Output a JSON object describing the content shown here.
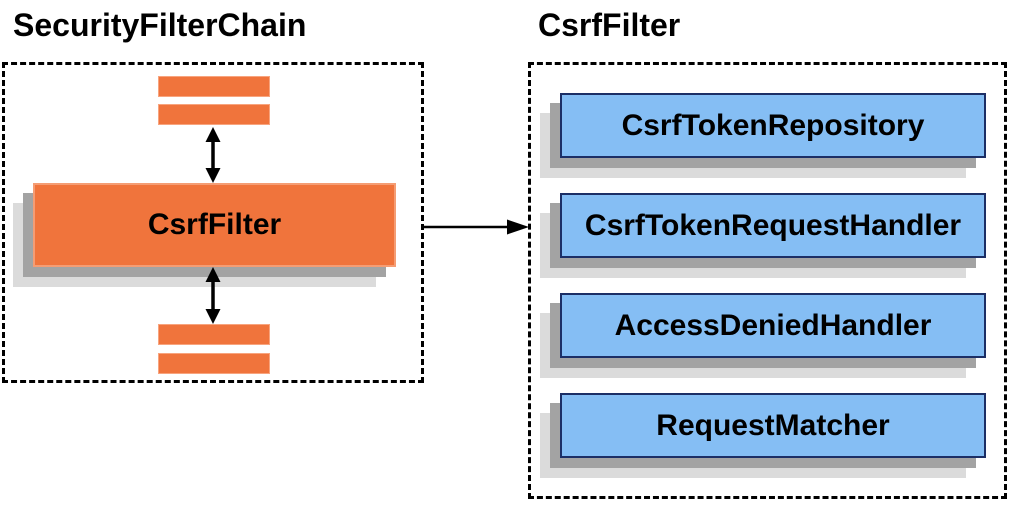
{
  "left_panel": {
    "title": "SecurityFilterChain",
    "filter_box_label": "CsrfFilter"
  },
  "right_panel": {
    "title": "CsrfFilter",
    "components": [
      "CsrfTokenRepository",
      "CsrfTokenRequestHandler",
      "AccessDeniedHandler",
      "RequestMatcher"
    ]
  },
  "colors": {
    "orange_fill": "#F0743C",
    "orange_border": "#F8A47E",
    "blue_fill": "#85BEF4",
    "blue_border": "#1C2F66",
    "shadow_dark": "#A3A3A3",
    "shadow_light": "#DBDBDB",
    "arrow": "#000000",
    "frame_border": "#000000"
  }
}
